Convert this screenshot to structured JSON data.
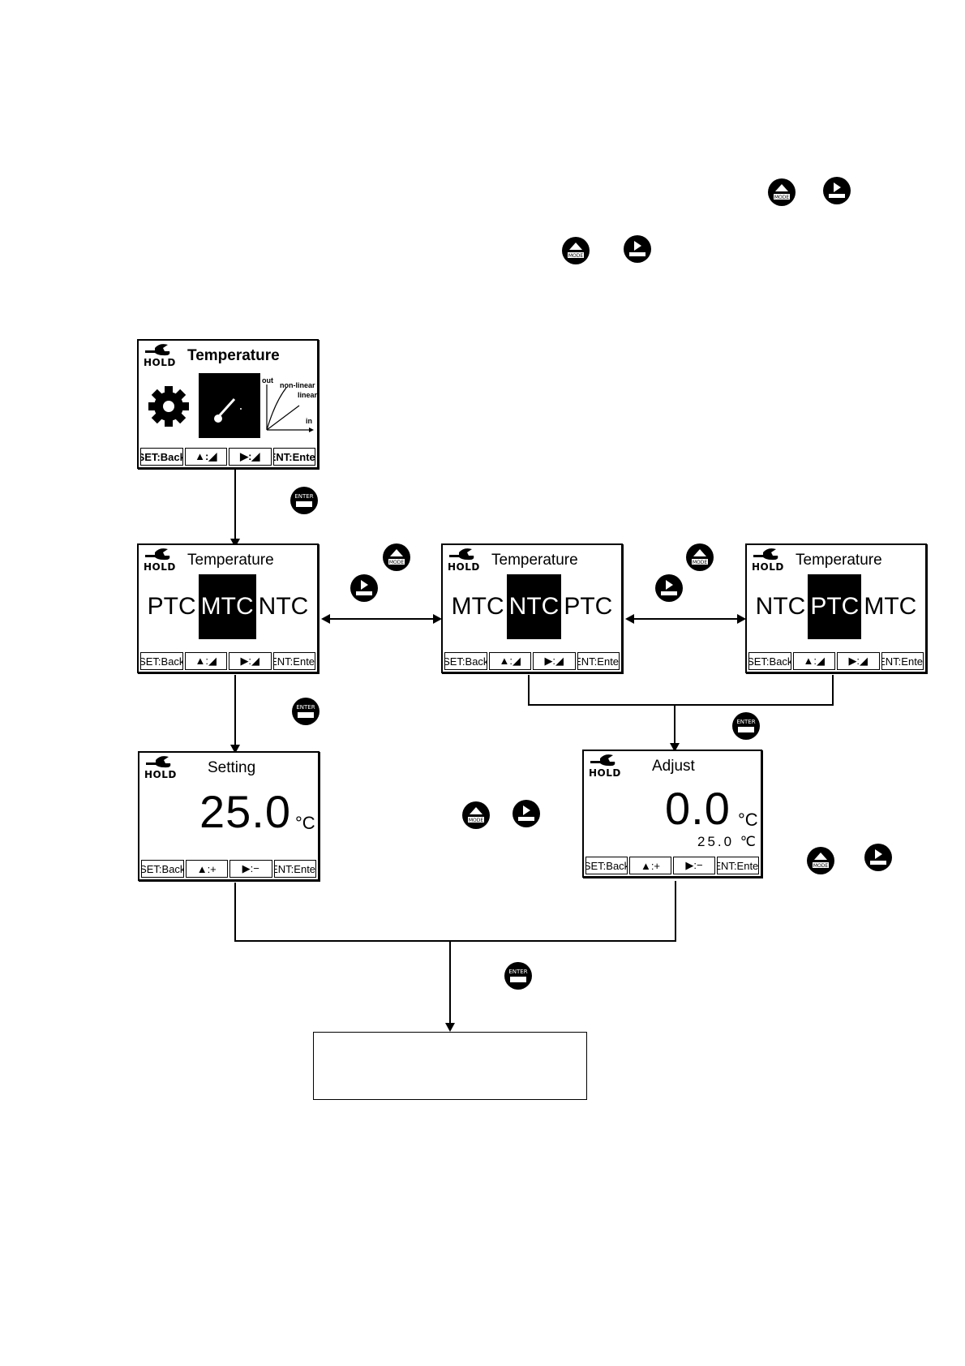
{
  "buttons": {
    "mode_label": "MODE",
    "enter_label": "ENTER"
  },
  "hold_label": "HOLD",
  "screen_menu": {
    "title": "Temperature",
    "graph_out": "out",
    "graph_nonlinear": "non-linear",
    "graph_linear": "linear",
    "graph_in": "in",
    "softkeys": [
      "SET:Back",
      "▲:◢",
      "▶:◢",
      "ENT:Enter"
    ]
  },
  "screen_mtc": {
    "title": "Temperature",
    "options": [
      "PTC",
      "MTC",
      "NTC"
    ],
    "selected": "MTC",
    "softkeys": [
      "SET:Back",
      "▲:◢",
      "▶:◢",
      "ENT:Enter"
    ]
  },
  "screen_ntc": {
    "title": "Temperature",
    "options": [
      "MTC",
      "NTC",
      "PTC"
    ],
    "selected": "NTC",
    "softkeys": [
      "SET:Back",
      "▲:◢",
      "▶:◢",
      "ENT:Enter"
    ]
  },
  "screen_ptc": {
    "title": "Temperature",
    "options": [
      "NTC",
      "PTC",
      "MTC"
    ],
    "selected": "PTC",
    "softkeys": [
      "SET:Back",
      "▲:◢",
      "▶:◢",
      "ENT:Enter"
    ]
  },
  "screen_setting": {
    "title": "Setting",
    "value": "25.0",
    "unit": "°C",
    "softkeys": [
      "SET:Back",
      "▲:+",
      "▶:−",
      "ENT:Enter"
    ]
  },
  "screen_adjust": {
    "title": "Adjust",
    "value": "0.0",
    "unit": "°C",
    "sub_value": "25.0 ℃",
    "softkeys": [
      "SET:Back",
      "▲:+",
      "▶:−",
      "ENT:Enter"
    ]
  }
}
